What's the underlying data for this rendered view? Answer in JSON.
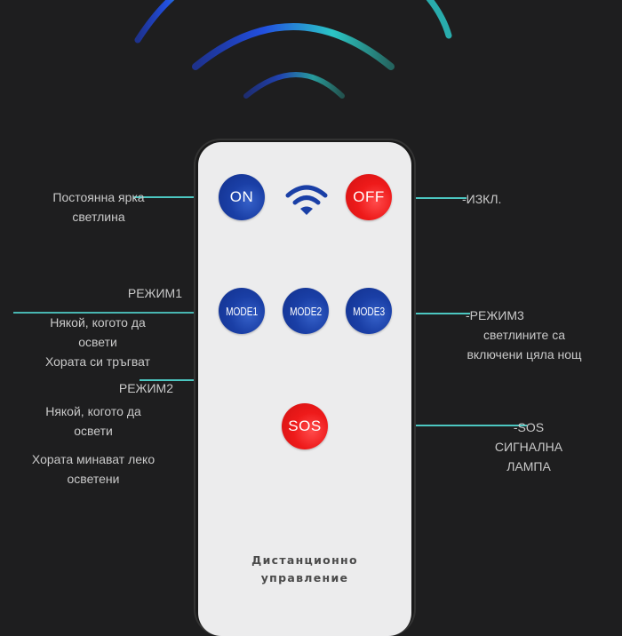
{
  "remote": {
    "buttons": {
      "on": {
        "label": "ON",
        "icon": "power-on",
        "color": "#1a3fa6"
      },
      "off": {
        "label": "OFF",
        "icon": "power-off",
        "color": "#ee1a1a"
      },
      "mode1": {
        "label": "MODE1",
        "color": "#1a3fa6"
      },
      "mode2": {
        "label": "MODE2",
        "color": "#1a3fa6"
      },
      "mode3": {
        "label": "MODE3",
        "color": "#1a3fa6"
      },
      "sos": {
        "label": "SOS",
        "color": "#ee1a1a"
      }
    },
    "signal_icon": "wifi-icon",
    "caption_line1": "Дистанционно",
    "caption_line2": "управление"
  },
  "annotations": {
    "on": {
      "line1": "Постоянна ярка",
      "line2": "светлина"
    },
    "off": {
      "line1": "-ИЗКЛ."
    },
    "mode1": {
      "title": "РЕЖИМ1",
      "line1": "Някой, когото да",
      "line2": "освети",
      "line3": "Хората си тръгват"
    },
    "mode2": {
      "title": "РЕЖИМ2",
      "line1": "Някой, когото да",
      "line2": "освети",
      "line3": "Хората минават леко",
      "line4": "осветени"
    },
    "mode3": {
      "title": "-РЕЖИМ3",
      "line1": "светлините са",
      "line2": "включени цяла нощ"
    },
    "sos": {
      "title": "-SOS",
      "line1": "СИГНАЛНА",
      "line2": "ЛАМПА"
    }
  },
  "colors": {
    "background": "#1e1e1f",
    "connector_line": "#4cc7c1",
    "remote_face": "#ececed",
    "wave_start": "#1d3fd6",
    "wave_end": "#2fd0c2"
  }
}
